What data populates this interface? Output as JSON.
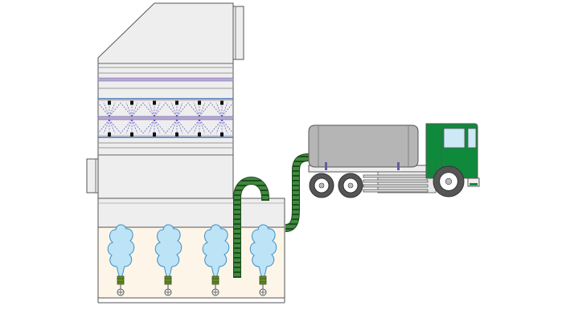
{
  "diagram": {
    "text_labels": [],
    "components": [
      {
        "id": "scrubber-tower",
        "kind": "absorption tower"
      },
      {
        "id": "spray-layer",
        "kind": "spray nozzle array",
        "nozzles": 6
      },
      {
        "id": "sump-tank",
        "kind": "tank with agitators",
        "agitators": 4
      },
      {
        "id": "suction-hose",
        "kind": "hose"
      },
      {
        "id": "tanker-truck",
        "kind": "vacuum tanker truck"
      }
    ],
    "colors": {
      "tower_fill": "#eeeeee",
      "outline": "#555555",
      "spray_band": "#b7a9d3",
      "spray_lines": "#5a55c8",
      "sump_fill": "#fdf5e8",
      "bubble_fill": "#bde3f7",
      "bubble_stroke": "#3d8fc4",
      "hose": "#2e6b2e",
      "truck_cab": "#0f8a3c",
      "tank": "#b5b5b5",
      "window": "#cde9f5",
      "tire": "#555555"
    }
  }
}
